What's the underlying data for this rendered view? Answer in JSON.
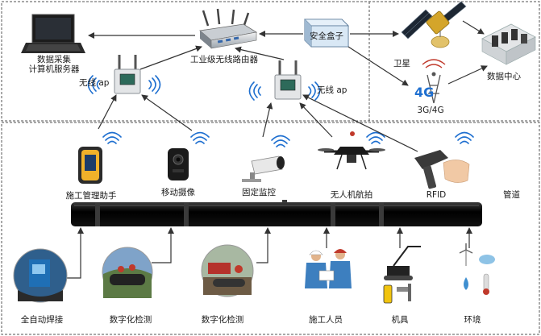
{
  "network": {
    "data_server": "数据采集\n计算机服务器",
    "router": "工业级无线路由器",
    "security_box": "安全盒子",
    "satellite": "卫星",
    "data_center": "数据中心",
    "ap_left": "无线 ap",
    "ap_right": "无线 ap",
    "cellular_badge": "4G",
    "cellular": "3G/4G"
  },
  "devices": {
    "handheld": "施工管理助手",
    "mobile_camera": "移动摄像",
    "fixed_monitor": "固定监控",
    "drone": "无人机航拍",
    "rfid": "RFID",
    "pipeline": "管道"
  },
  "field": {
    "welding": "全自动焊接",
    "digital_inspection_1": "数字化检测",
    "digital_inspection_2": "数字化检测",
    "workers": "施工人员",
    "machinery": "机具",
    "environment": "环境"
  },
  "colors": {
    "border": "#555555",
    "arrow": "#333333",
    "wifi": "#1e6fd0",
    "pipe": "#000000",
    "box_fill": "#d9e8f5"
  }
}
